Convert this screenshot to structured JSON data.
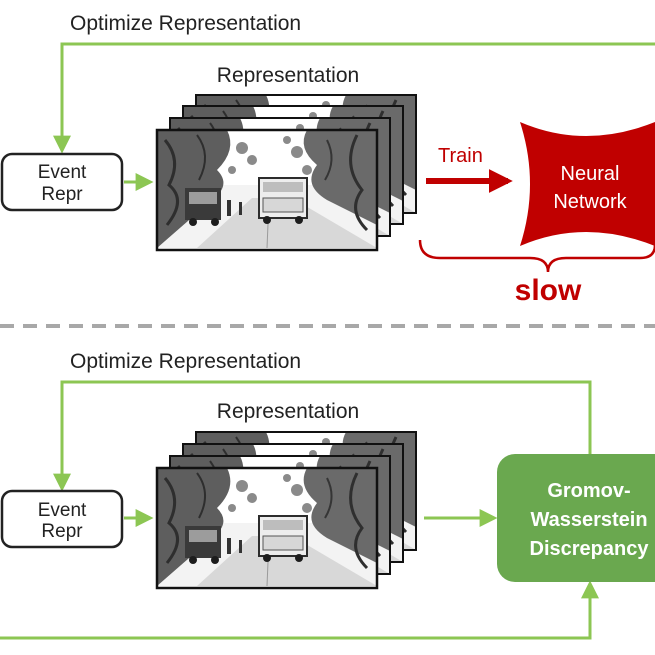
{
  "top": {
    "loop_label": "Optimize Representation",
    "repr_label": "Representation",
    "event_box": [
      "Event",
      "Repr"
    ],
    "train_label": "Train",
    "network_label": [
      "Neural",
      "Network"
    ],
    "slow_label": "slow"
  },
  "bottom": {
    "loop_label": "Optimize Representation",
    "repr_label": "Representation",
    "event_box": [
      "Event",
      "Repr"
    ],
    "gw_label": [
      "Gromov-",
      "Wasserstein",
      "Discrepancy"
    ]
  },
  "colors": {
    "green_line": "#8cc653",
    "gw_box": "#6aa84f",
    "red": "#c00000",
    "dashed_divider": "#a8a8a8"
  }
}
